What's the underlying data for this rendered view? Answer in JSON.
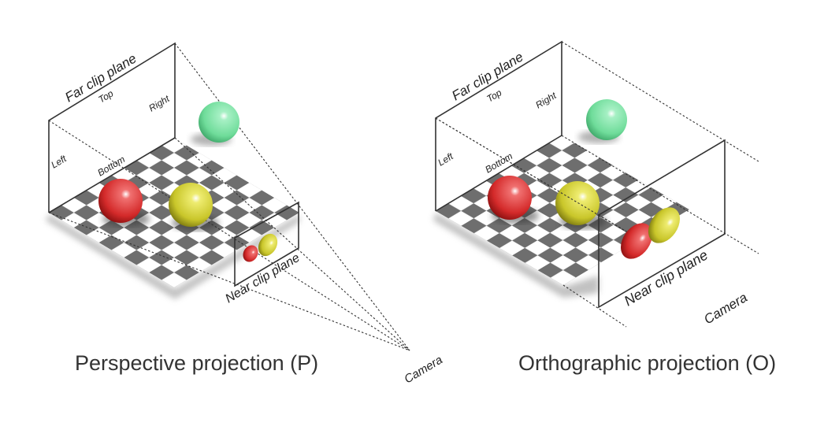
{
  "perspective": {
    "caption": "Perspective projection (P)",
    "far_plane": "Far clip plane",
    "near_plane": "Near clip plane",
    "top": "Top",
    "right": "Right",
    "left": "Left",
    "bottom": "Bottom"
  },
  "orthographic": {
    "caption": "Orthographic projection (O)",
    "far_plane": "Far clip plane",
    "near_plane": "Near clip plane",
    "top": "Top",
    "right": "Right",
    "left": "Left",
    "bottom": "Bottom",
    "camera": "Camera"
  },
  "camera_label": "Camera",
  "colors": {
    "red": "#d93030",
    "yellow": "#c9c62a",
    "green": "#6fdc9a",
    "checker": "#6e6e6e"
  }
}
